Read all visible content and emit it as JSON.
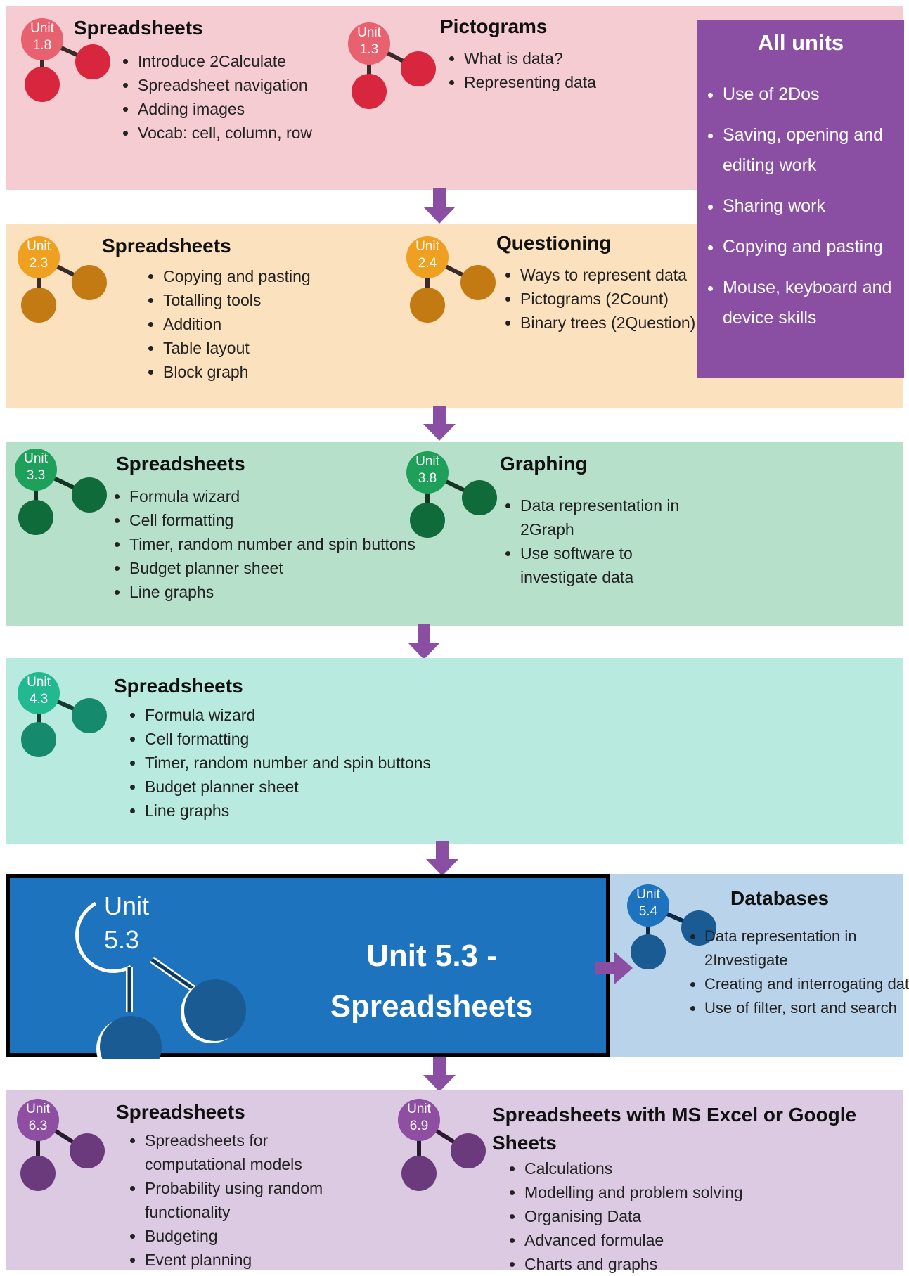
{
  "colors": {
    "y1_bg": "#f5ccd2",
    "y1_node": "#d7263d",
    "y1_ring": "#e8616e",
    "y2_bg": "#fbe1bd",
    "y2_node": "#c47a12",
    "y2_ring": "#f0a020",
    "y3_bg": "#b7e0cb",
    "y3_node": "#0f6b3a",
    "y3_ring": "#1ea05a",
    "y4_bg": "#b9eadf",
    "y4_node": "#158a6c",
    "y4_ring": "#22b890",
    "y5_focus": "#1d73bd",
    "y5_side_bg": "#b8d3ea",
    "y5_node": "#1a5b93",
    "y6_bg": "#dcc9e2",
    "y6_node": "#6b3a7d",
    "y6_ring": "#8e4fa3",
    "arrow": "#8a4fa3",
    "all_units_bg": "#8a4fa3"
  },
  "all_units": {
    "heading": "All units",
    "items": [
      "Use of 2Dos",
      "Saving, opening and editing work",
      "Sharing work",
      "Copying and pasting",
      "Mouse, keyboard and device skills"
    ]
  },
  "year1": {
    "a": {
      "unit_word": "Unit",
      "unit_num": "1.8",
      "title": "Spreadsheets",
      "bullets": [
        "Introduce 2Calculate",
        "Spreadsheet navigation",
        "Adding images",
        "Vocab: cell, column, row"
      ]
    },
    "b": {
      "unit_word": "Unit",
      "unit_num": "1.3",
      "title": "Pictograms",
      "bullets": [
        "What is data?",
        "Representing data"
      ]
    }
  },
  "year2": {
    "a": {
      "unit_word": "Unit",
      "unit_num": "2.3",
      "title": "Spreadsheets",
      "bullets": [
        "Copying and pasting",
        "Totalling tools",
        "Addition",
        "Table layout",
        "Block graph"
      ]
    },
    "b": {
      "unit_word": "Unit",
      "unit_num": "2.4",
      "title": "Questioning",
      "bullets": [
        "Ways to represent data",
        "Pictograms (2Count)",
        "Binary trees (2Question)"
      ]
    }
  },
  "year3": {
    "a": {
      "unit_word": "Unit",
      "unit_num": "3.3",
      "title": "Spreadsheets",
      "bullets": [
        "Formula wizard",
        "Cell formatting",
        "Timer, random number and spin buttons",
        "Budget planner sheet",
        "Line graphs"
      ]
    },
    "b": {
      "unit_word": "Unit",
      "unit_num": "3.8",
      "title": "Graphing",
      "bullets": [
        "Data representation in 2Graph",
        "Use software to investigate data"
      ]
    }
  },
  "year4": {
    "a": {
      "unit_word": "Unit",
      "unit_num": "4.3",
      "title": "Spreadsheets",
      "bullets": [
        "Formula wizard",
        "Cell formatting",
        "Timer, random number and spin buttons",
        "Budget planner sheet",
        "Line graphs"
      ]
    }
  },
  "year5": {
    "focus": {
      "unit_word": "Unit",
      "unit_num": "5.3",
      "title_line1": "Unit 5.3 -",
      "title_line2": "Spreadsheets"
    },
    "side": {
      "unit_word": "Unit",
      "unit_num": "5.4",
      "title": "Databases",
      "bullets": [
        "Data representation in 2Investigate",
        "Creating and interrogating data",
        "Use of filter, sort and search"
      ]
    }
  },
  "year6": {
    "a": {
      "unit_word": "Unit",
      "unit_num": "6.3",
      "title": "Spreadsheets",
      "bullets": [
        "Spreadsheets for computational models",
        "Probability using random functionality",
        "Budgeting",
        "Event planning"
      ]
    },
    "b": {
      "unit_word": "Unit",
      "unit_num": "6.9",
      "title": "Spreadsheets with MS Excel or Google Sheets",
      "bullets": [
        "Calculations",
        "Modelling and problem solving",
        "Organising Data",
        "Advanced formulae",
        "Charts and graphs"
      ]
    }
  }
}
